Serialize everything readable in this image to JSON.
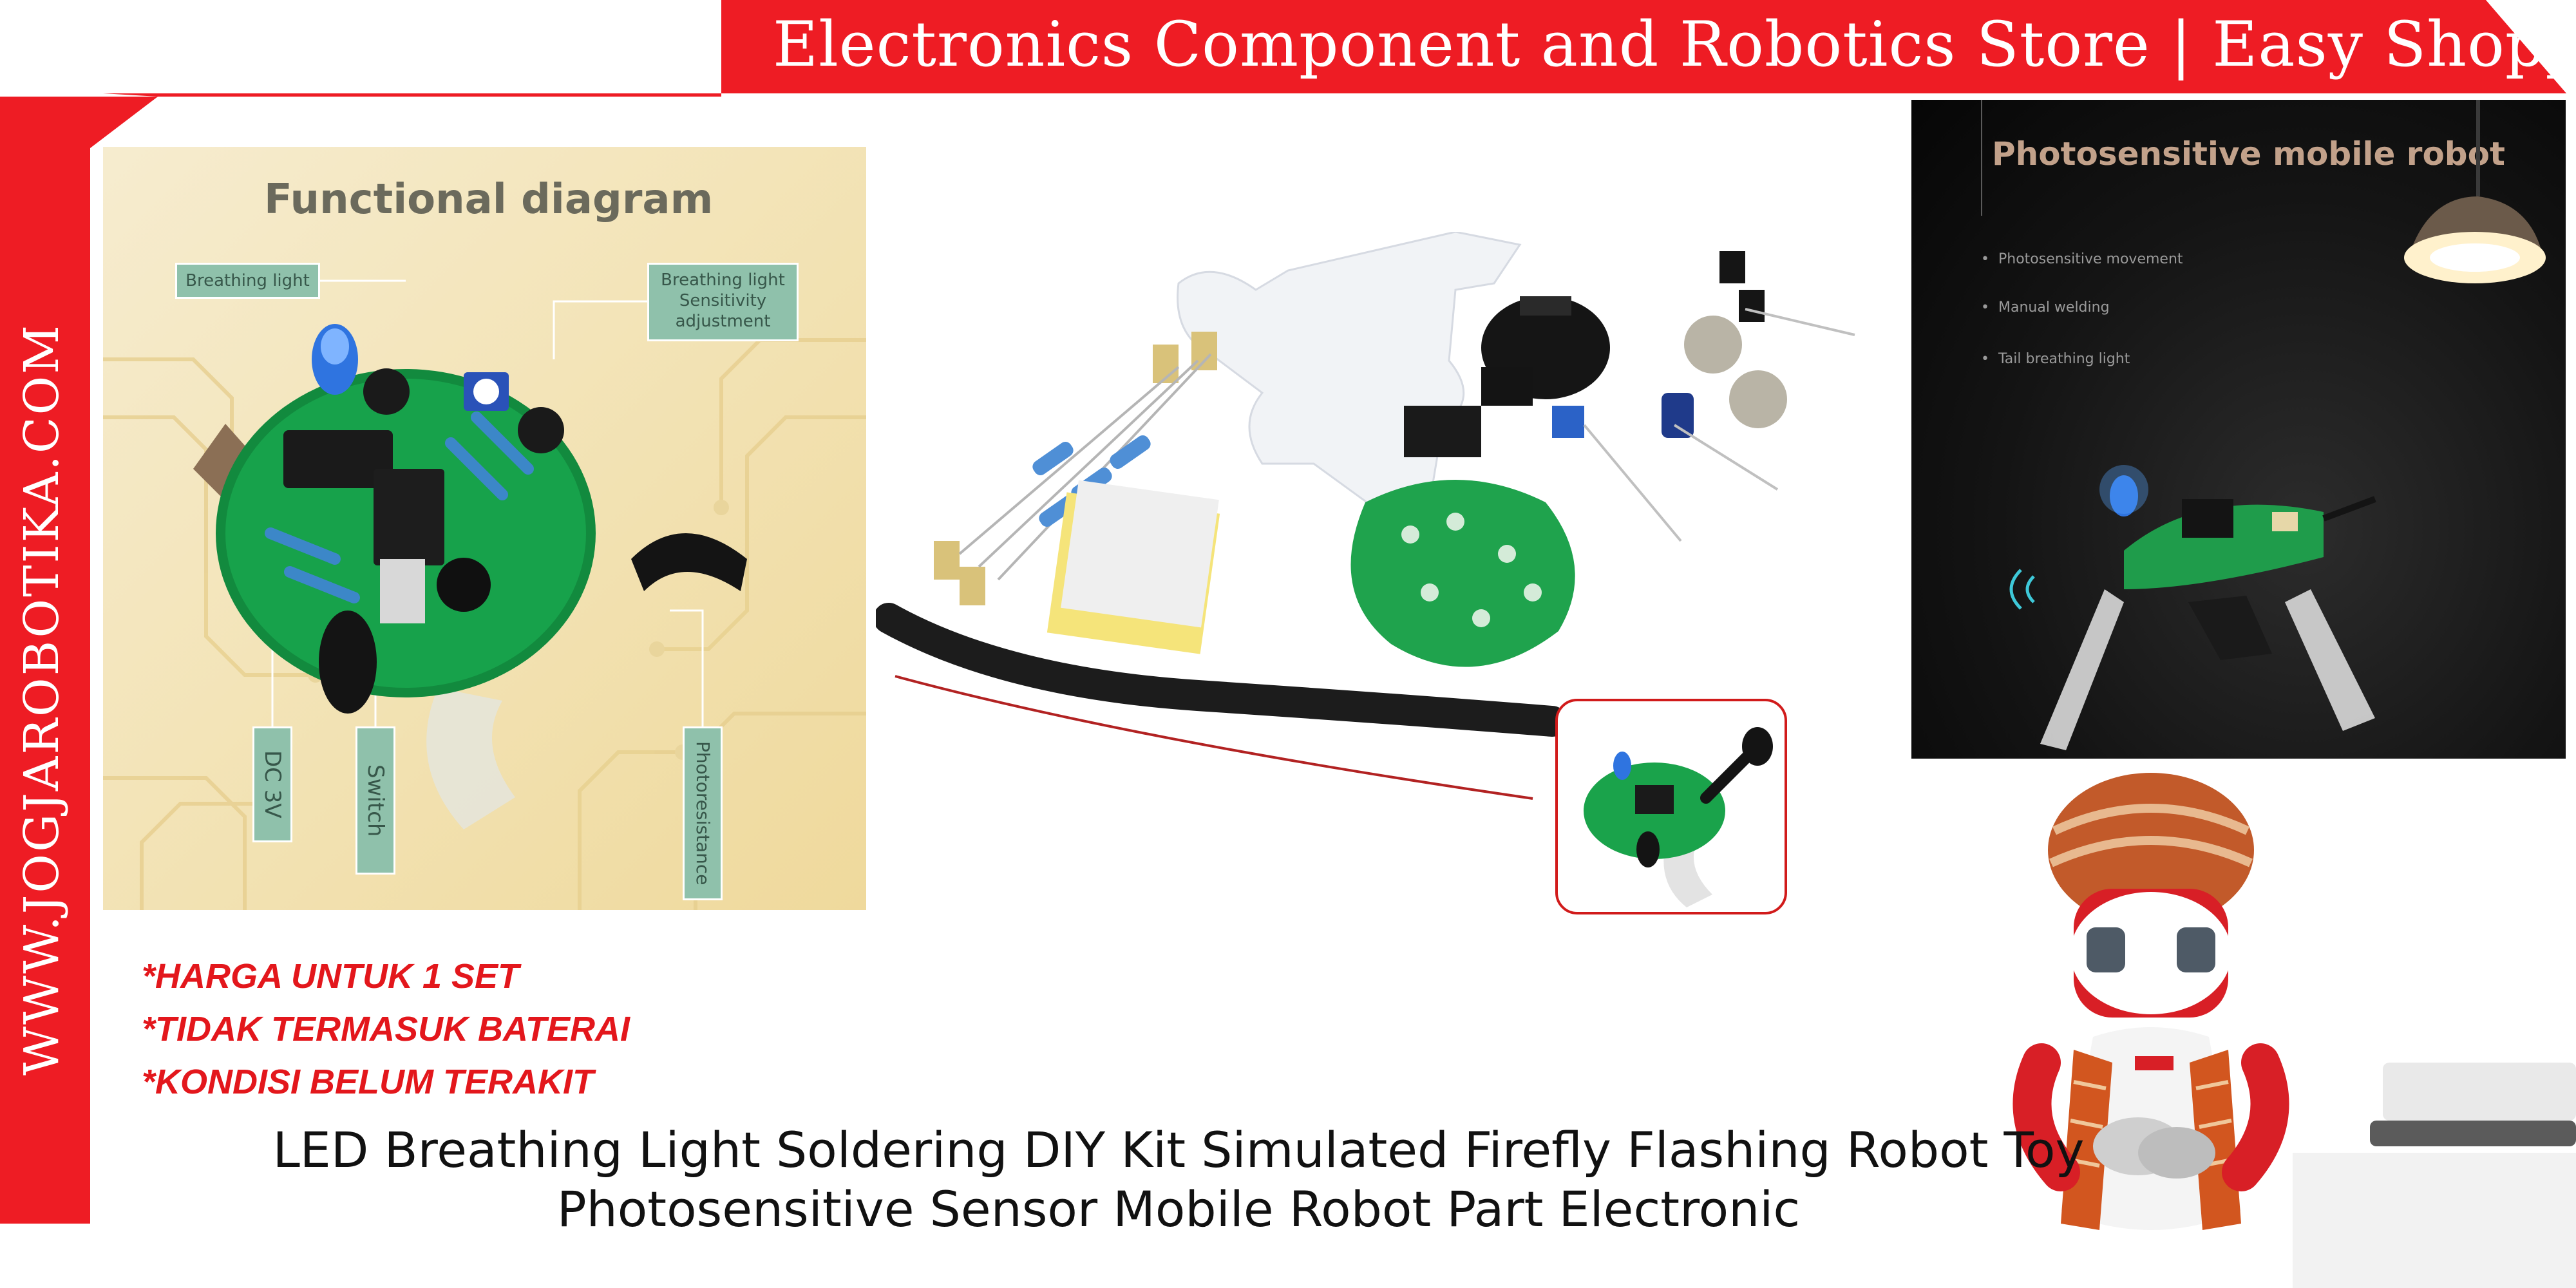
{
  "banner": {
    "title": "Electronics Component and Robotics Store | Easy Shopping",
    "side_text": "WWW.JOGJAROBOTIKA.COM",
    "color": "#ee1c24"
  },
  "diagram": {
    "title": "Functional diagram",
    "labels": {
      "breathing_light": "Breathing light",
      "sensitivity_line1": "Breathing light",
      "sensitivity_line2": "Sensitivity",
      "sensitivity_line3": "adjustment",
      "dc": "DC 3V",
      "switch": "Switch",
      "photoresistance": "Photoresistance"
    }
  },
  "robot_photo": {
    "title": "Photosensitive mobile robot",
    "bullets": [
      "Photosensitive movement",
      "Manual welding",
      "Tail breathing light"
    ]
  },
  "notes": [
    "*HARGA UNTUK 1 SET",
    "*TIDAK TERMASUK BATERAI",
    "*KONDISI BELUM TERAKIT"
  ],
  "product": {
    "title_line1": "LED Breathing Light Soldering DIY Kit Simulated Firefly Flashing Robot Toy",
    "title_line2": "Photosensitive Sensor Mobile Robot Part Electronic"
  },
  "icons": [
    "pcb-board-icon",
    "led-icon",
    "resistor-icon",
    "ic-chip-icon",
    "battery-holder-icon",
    "vibration-motor-icon",
    "heat-shrink-tube-icon",
    "mascot-robot-icon"
  ]
}
